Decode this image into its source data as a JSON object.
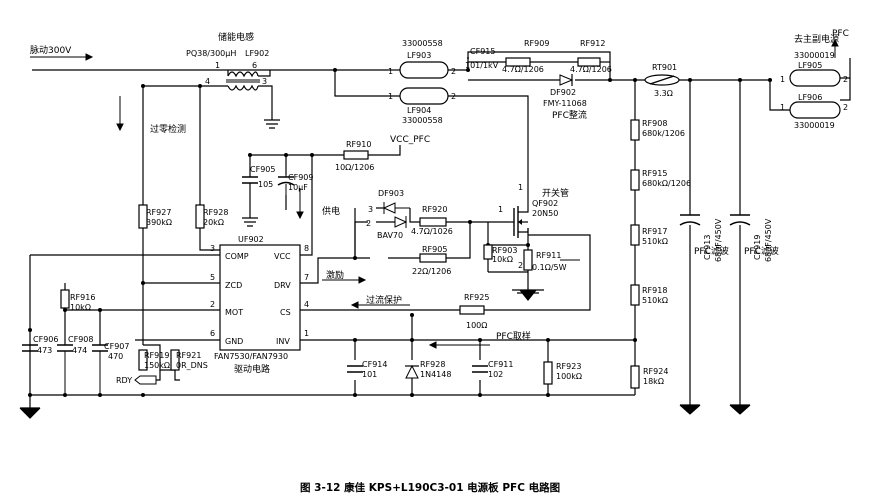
{
  "title": "图 3-12   康佳 KPS+L190C3-01 电源板 PFC 电路图",
  "inputs": {
    "pulse300v": "脉动300V",
    "pfc_out": "PFC",
    "to_main": "去主副电源"
  },
  "storage_inductor": {
    "title": "储能电感",
    "part": "PQ38/300μH",
    "ref": "LF902",
    "pins": [
      "1",
      "6",
      "4",
      "3"
    ]
  },
  "ferrites": [
    {
      "part": "33000558",
      "ref": "LF903",
      "pins": [
        "1",
        "2"
      ]
    },
    {
      "part": "33000558",
      "ref": "LF904",
      "pins": [
        "1",
        "2"
      ]
    },
    {
      "part": "33000019",
      "ref": "LF905",
      "pins": [
        "1",
        "2"
      ]
    },
    {
      "part": "33000019",
      "ref": "LF906",
      "pins": [
        "1",
        "2"
      ]
    }
  ],
  "parts": {
    "CF915": "CF915",
    "CF915v": "101/1kV",
    "RF909": "RF909",
    "RF909v": "4.7Ω/1206",
    "RF912": "RF912",
    "RF912v": "4.7Ω/1206",
    "DF902": "DF902",
    "DF902v": "FMY-11068",
    "pfc_rect": "PFC整流",
    "RT901": "RT901",
    "RT901v": "3.3Ω",
    "RF908": "RF908",
    "RF908v": "680k/1206",
    "RF915": "RF915",
    "RF915v": "680kΩ/1206",
    "RF917": "RF917",
    "RF917v": "510kΩ",
    "RF918": "RF918",
    "RF918v": "510kΩ",
    "RF924": "RF924",
    "RF924v": "18kΩ",
    "CF913": "CF913",
    "CF913v": "68μF/450V",
    "CF919": "CF919",
    "CF919v": "68μF/450V",
    "pfc_filter": "PFC滤波",
    "RF910": "RF910",
    "RF910v": "10Ω/1206",
    "vcc_pfc": "VCC_PFC",
    "CF905": "CF905",
    "CF905v": "105",
    "CF909": "CF909",
    "CF909v": "10μF",
    "DF903": "DF903",
    "BAV70": "BAV70",
    "RF920": "RF920",
    "RF920v": "4.7Ω/1026",
    "RF905": "RF905",
    "RF905v": "22Ω/1206",
    "RF903": "RF903",
    "RF903v": "10kΩ",
    "RF911": "RF911",
    "RF911v": "0.1Ω/5W",
    "QF902": "QF902",
    "QF902v": "20N50",
    "switch": "开关管",
    "RF925": "RF925",
    "RF925v": "100Ω",
    "RF927": "RF927",
    "RF927v": "390kΩ",
    "RF928": "RF928",
    "RF928v": "20kΩ",
    "RF916": "RF916",
    "RF916v": "10kΩ",
    "CF906": "CF906",
    "CF906v": "473",
    "CF908": "CF908",
    "CF908v": "474",
    "CF907": "CF907",
    "CF907v": "470",
    "RF919": "RF919",
    "RF919v": "150kΩ",
    "RF921": "RF921",
    "RF921v": "0R_DNS",
    "RDY": "RDY",
    "CF914": "CF914",
    "CF914v": "101",
    "RF928b": "RF928",
    "RF928bv": "1N4148",
    "CF911": "CF911",
    "CF911v": "102",
    "RF923": "RF923",
    "RF923v": "100kΩ"
  },
  "ic": {
    "ref": "UF902",
    "model": "FAN7530/FAN7930",
    "label": "驱动电路",
    "pins_left": [
      {
        "n": "3",
        "name": "COMP"
      },
      {
        "n": "5",
        "name": "ZCD"
      },
      {
        "n": "2",
        "name": "MOT"
      },
      {
        "n": "6",
        "name": "GND"
      }
    ],
    "pins_right": [
      {
        "n": "8",
        "name": "VCC"
      },
      {
        "n": "7",
        "name": "DRV"
      },
      {
        "n": "4",
        "name": "CS"
      },
      {
        "n": "1",
        "name": "INV"
      }
    ]
  },
  "notes": {
    "zero_detect": "过零检测",
    "power": "供电",
    "excite": "激励",
    "ocp": "过流保护",
    "pfc_sample": "PFC取样"
  },
  "pins": {
    "p1": "1",
    "p2": "2",
    "p3": "3"
  }
}
